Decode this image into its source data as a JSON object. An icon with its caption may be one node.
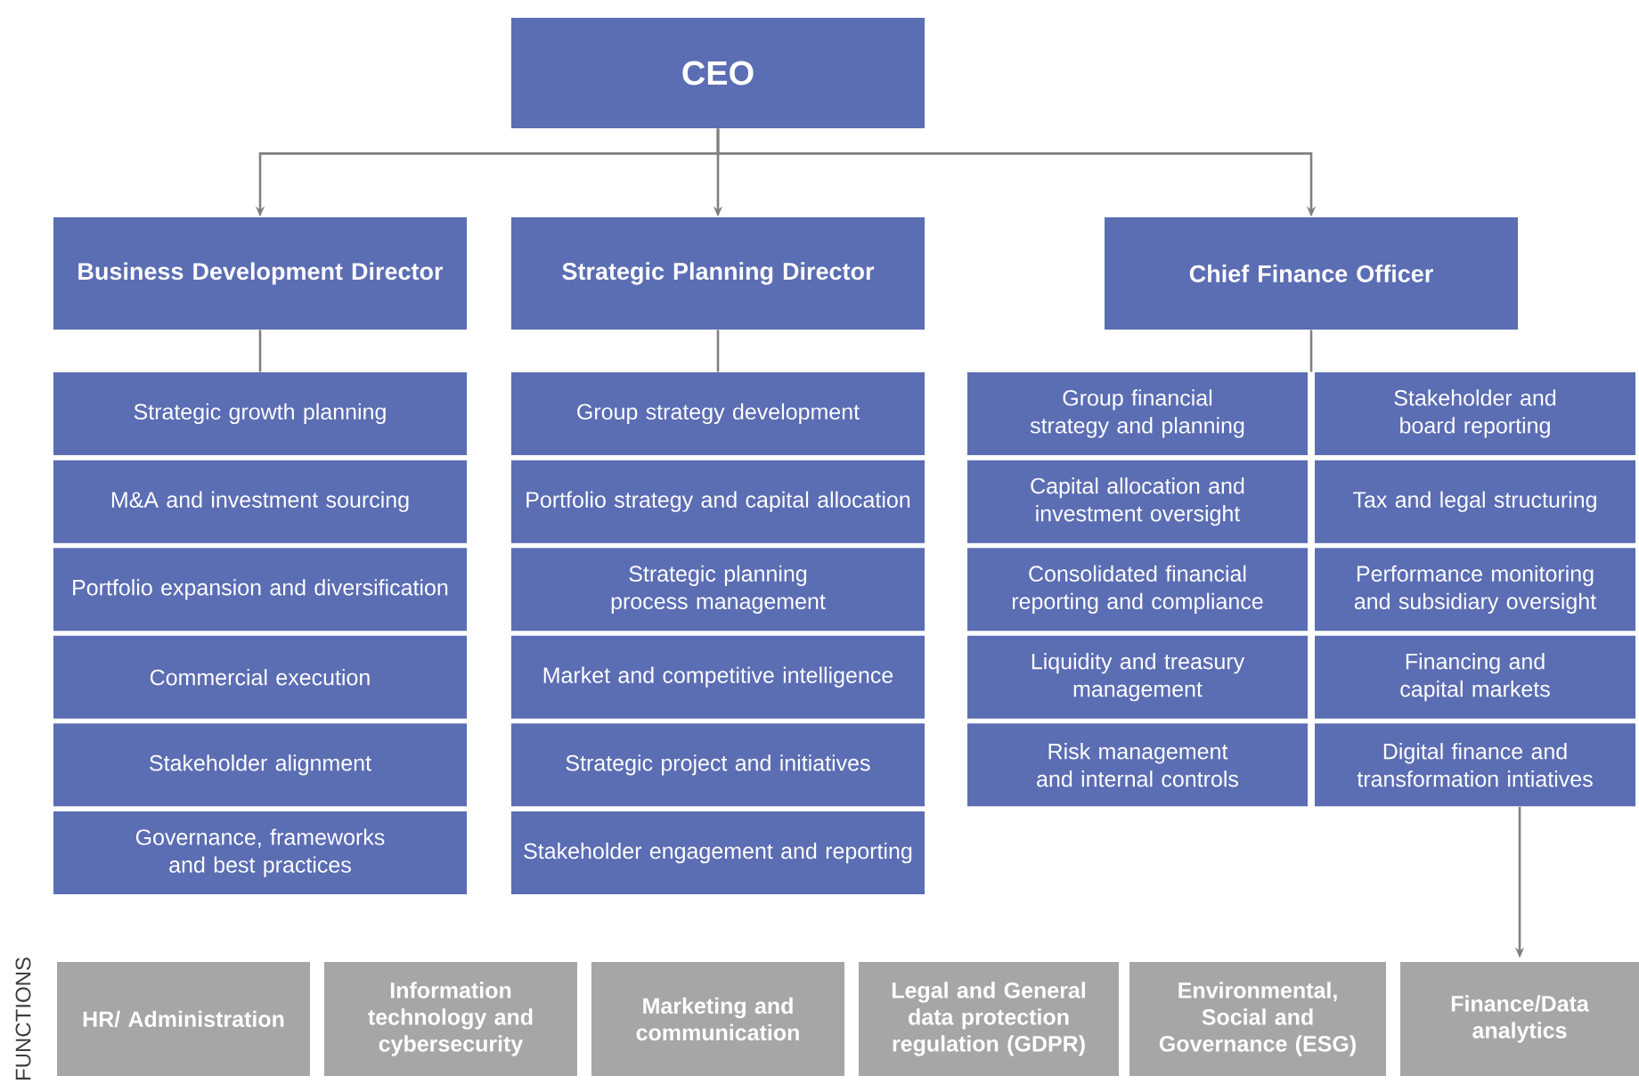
{
  "diagram": {
    "nodes": [
      {
        "text": [
          "CEO"
        ]
      },
      {
        "text": [
          "Business Development Director"
        ]
      },
      {
        "text": [
          "Strategic Planning Director"
        ]
      },
      {
        "text": [
          "Chief Finance Officer"
        ]
      },
      {
        "text": [
          "Strategic growth planning"
        ]
      },
      {
        "text": [
          "M&A and investment sourcing"
        ]
      },
      {
        "text": [
          "Portfolio expansion and diversification"
        ]
      },
      {
        "text": [
          "Commercial execution"
        ]
      },
      {
        "text": [
          "Stakeholder alignment"
        ]
      },
      {
        "text": [
          "Governance, frameworks and best practices"
        ]
      },
      {
        "text": [
          "Group strategy development"
        ]
      },
      {
        "text": [
          "Portfolio strategy and capital allocation"
        ]
      },
      {
        "text": [
          "Strategic planning process management"
        ]
      },
      {
        "text": [
          "Market and competitive intelligence"
        ]
      },
      {
        "text": [
          "Strategic project and initiatives"
        ]
      },
      {
        "text": [
          "Stakeholder engagement and reporting"
        ]
      },
      {
        "text": [
          "Group financial strategy and planning"
        ]
      },
      {
        "text": [
          "Stakeholder and board reporting"
        ]
      },
      {
        "text": [
          "Capital allocation and investment oversight"
        ]
      },
      {
        "text": [
          "Tax and legal structuring"
        ]
      },
      {
        "text": [
          "Consolidated financial reporting and compliance"
        ]
      },
      {
        "text": [
          "Performance monitoring and subsidiary oversight"
        ]
      },
      {
        "text": [
          "Liquidity and treasury management"
        ]
      },
      {
        "text": [
          "Financing and capital markets"
        ]
      },
      {
        "text": [
          "Risk management and internal controls"
        ]
      },
      {
        "text": [
          "Digital finance and transformation intiatives"
        ]
      },
      {
        "text": [
          "HR/ Administration"
        ]
      },
      {
        "text": [
          "Information technology and cybersecurity"
        ]
      },
      {
        "text": [
          "Marketing and communication"
        ]
      },
      {
        "text": [
          "Legal and General data protection regulation (GDPR)"
        ]
      },
      {
        "text": [
          "Environmental, Social and Governance (ESG)"
        ]
      },
      {
        "text": [
          "Finance/Data analytics"
        ]
      }
    ],
    "edges": [
      {
        "from": 0,
        "to": 1,
        "arrow": "to"
      },
      {
        "from": 0,
        "to": 2,
        "arrow": "to"
      },
      {
        "from": 0,
        "to": 3,
        "arrow": "to"
      },
      {
        "from": 1,
        "to": 4,
        "arrow": "none"
      },
      {
        "from": 2,
        "to": 10,
        "arrow": "none"
      },
      {
        "from": 3,
        "to": 16,
        "arrow": "none"
      },
      {
        "from": 25,
        "to": 31,
        "arrow": "to"
      }
    ],
    "labels": [
      "FUNCTIONS"
    ]
  }
}
